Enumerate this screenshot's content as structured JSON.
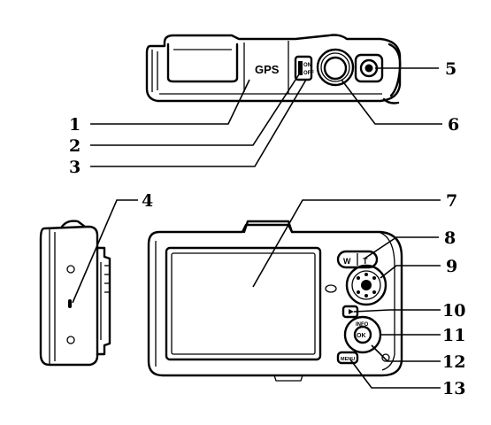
{
  "top_view": {
    "gps_label": "GPS",
    "switch_label_on": "ON",
    "switch_label_off": "OFF"
  },
  "back_view": {
    "wt_label": "W",
    "tele_label": "T",
    "info_label": "INFO",
    "ok_label": "OK",
    "menu_label": "MENU"
  },
  "callouts": [
    "1",
    "2",
    "3",
    "4",
    "5",
    "6",
    "7",
    "8",
    "9",
    "10",
    "11",
    "12",
    "13"
  ]
}
